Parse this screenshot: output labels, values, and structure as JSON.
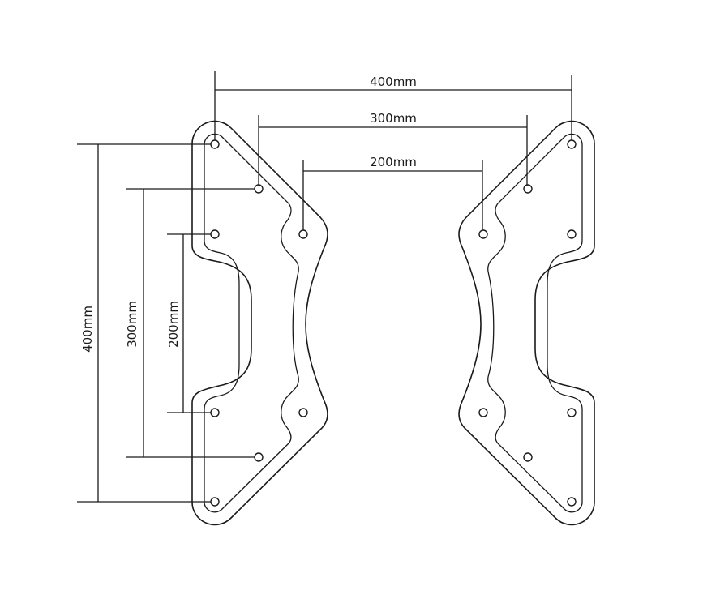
{
  "diagram": {
    "line_color": "#1a1a1a",
    "background": "#ffffff",
    "horizontal_dimensions": [
      "400mm",
      "300mm",
      "200mm"
    ],
    "vertical_dimensions": [
      "400mm",
      "300mm",
      "200mm"
    ]
  }
}
